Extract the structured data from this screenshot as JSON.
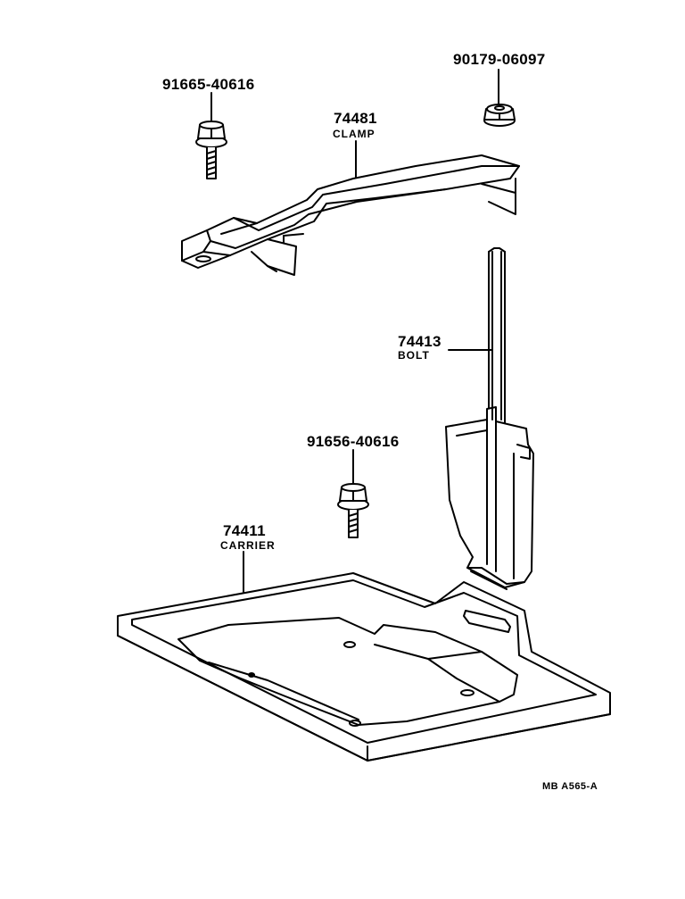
{
  "parts": {
    "clamp_bolt": {
      "part_no": "91665-40616"
    },
    "nut": {
      "part_no": "90179-06097"
    },
    "clamp": {
      "part_no": "74481",
      "name": "CLAMP"
    },
    "bolt": {
      "part_no": "74413",
      "name": "BOLT"
    },
    "carrier_bolt": {
      "part_no": "91656-40616"
    },
    "carrier": {
      "part_no": "74411",
      "name": "CARRIER"
    }
  },
  "drawing_code": "MB  A565-A",
  "colors": {
    "ink": "#000000",
    "paper": "#ffffff"
  }
}
